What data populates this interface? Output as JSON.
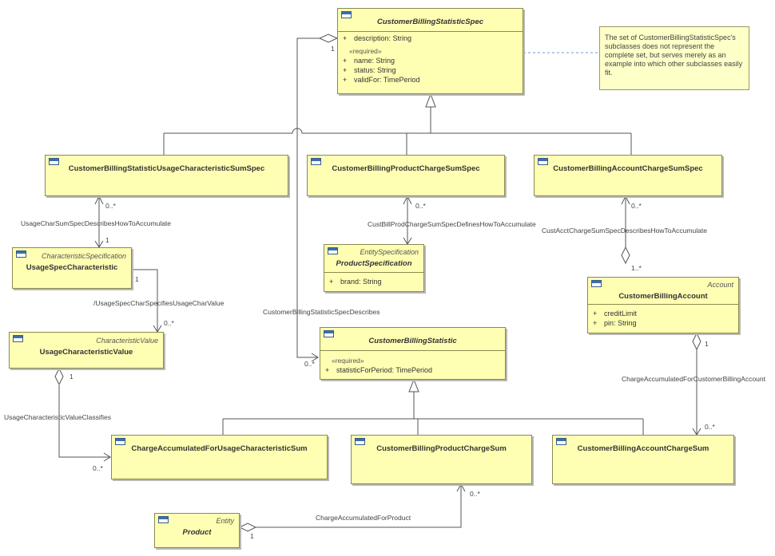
{
  "classes": {
    "spec": {
      "name": "CustomerBillingStatisticSpec",
      "attrs": [
        {
          "vis": "+",
          "text": "description: String"
        },
        {
          "vis": "+",
          "text": "name: String"
        },
        {
          "vis": "+",
          "text": "status: String"
        },
        {
          "vis": "+",
          "text": "validFor: TimePeriod"
        }
      ],
      "required": "«required»"
    },
    "usage_sum_spec": {
      "name": "CustomerBillingStatisticUsageCharacteristicSumSpec"
    },
    "prod_charge_sum_spec": {
      "name": "CustomerBillingProductChargeSumSpec"
    },
    "acct_charge_sum_spec": {
      "name": "CustomerBillingAccountChargeSumSpec"
    },
    "usage_spec_char": {
      "name": "UsageSpecCharacteristic",
      "stereotype": "CharacteristicSpecification"
    },
    "product_spec": {
      "name": "ProductSpecification",
      "stereotype": "EntitySpecification",
      "attrs": [
        {
          "vis": "+",
          "text": "brand: String"
        }
      ]
    },
    "billing_account": {
      "name": "CustomerBillingAccount",
      "stereotype": "Account",
      "attrs": [
        {
          "vis": "+",
          "text": "creditLimit"
        },
        {
          "vis": "+",
          "text": "pin: String"
        }
      ]
    },
    "usage_char_value": {
      "name": "UsageCharacteristicValue",
      "stereotype": "CharacteristicValue"
    },
    "statistic": {
      "name": "CustomerBillingStatistic",
      "required": "«required»",
      "attrs": [
        {
          "vis": "+",
          "text": "statisticForPeriod: TimePeriod"
        }
      ]
    },
    "charge_usage": {
      "name": "ChargeAccumulatedForUsageCharacteristicSum"
    },
    "prod_charge_sum": {
      "name": "CustomerBillingProductChargeSum"
    },
    "acct_charge_sum": {
      "name": "CustomerBillingAccountChargeSum"
    },
    "product": {
      "name": "Product",
      "stereotype": "Entity"
    }
  },
  "note": "The set of CustomerBillingStatisticSpec's subclasses does not represent the complete set, but serves merely as an example into which other subclasses easily fit.",
  "associations": {
    "usage_char_sum": "UsageCharSumSpecDescribesHowToAccumulate",
    "cust_bill_prod": "CustBillProdChargeSumSpecDefinesHowToAccumulate",
    "cust_acct": "CustAcctChargeSumSpecDescribesHowToAccumulate",
    "usage_spec_char_val": "/UsageSpecCharSpecifiesUsageCharValue",
    "spec_describes": "CustomerBillingStatisticSpecDescribes",
    "charge_for_account": "ChargeAccumulatedForCustomerBillingAccount",
    "usage_char_classifies": "UsageCharacteristicValueClassifies",
    "charge_for_product": "ChargeAccumulatedForProduct"
  },
  "multiplicities": {
    "one": "1",
    "zero_many": "0..*",
    "one_many": "1..*"
  }
}
